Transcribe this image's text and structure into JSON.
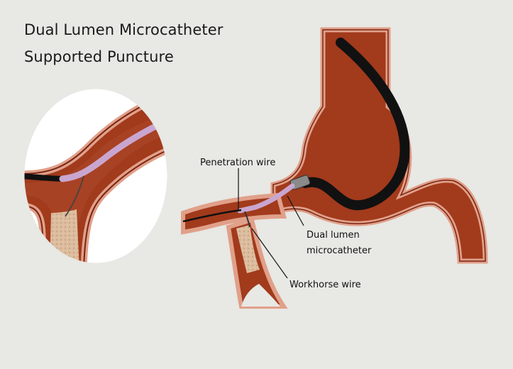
{
  "title": {
    "line1": "Dual Lumen Microcatheter",
    "line2": "Supported Puncture"
  },
  "labels": {
    "penetration_wire": "Penetration wire",
    "dual_lumen_line1": "Dual lumen",
    "dual_lumen_line2": "microcatheter",
    "workhorse_wire": "Workhorse wire"
  },
  "colors": {
    "background": "#e8e8e4",
    "vessel_lumen": "#a23a1c",
    "vessel_wall": "#e0a08a",
    "vessel_outline": "#7a2410",
    "guide_catheter": "#111111",
    "microcatheter": "#c9a6cf",
    "occlusion": "#d8b89a",
    "inset_background": "#ffffff"
  }
}
